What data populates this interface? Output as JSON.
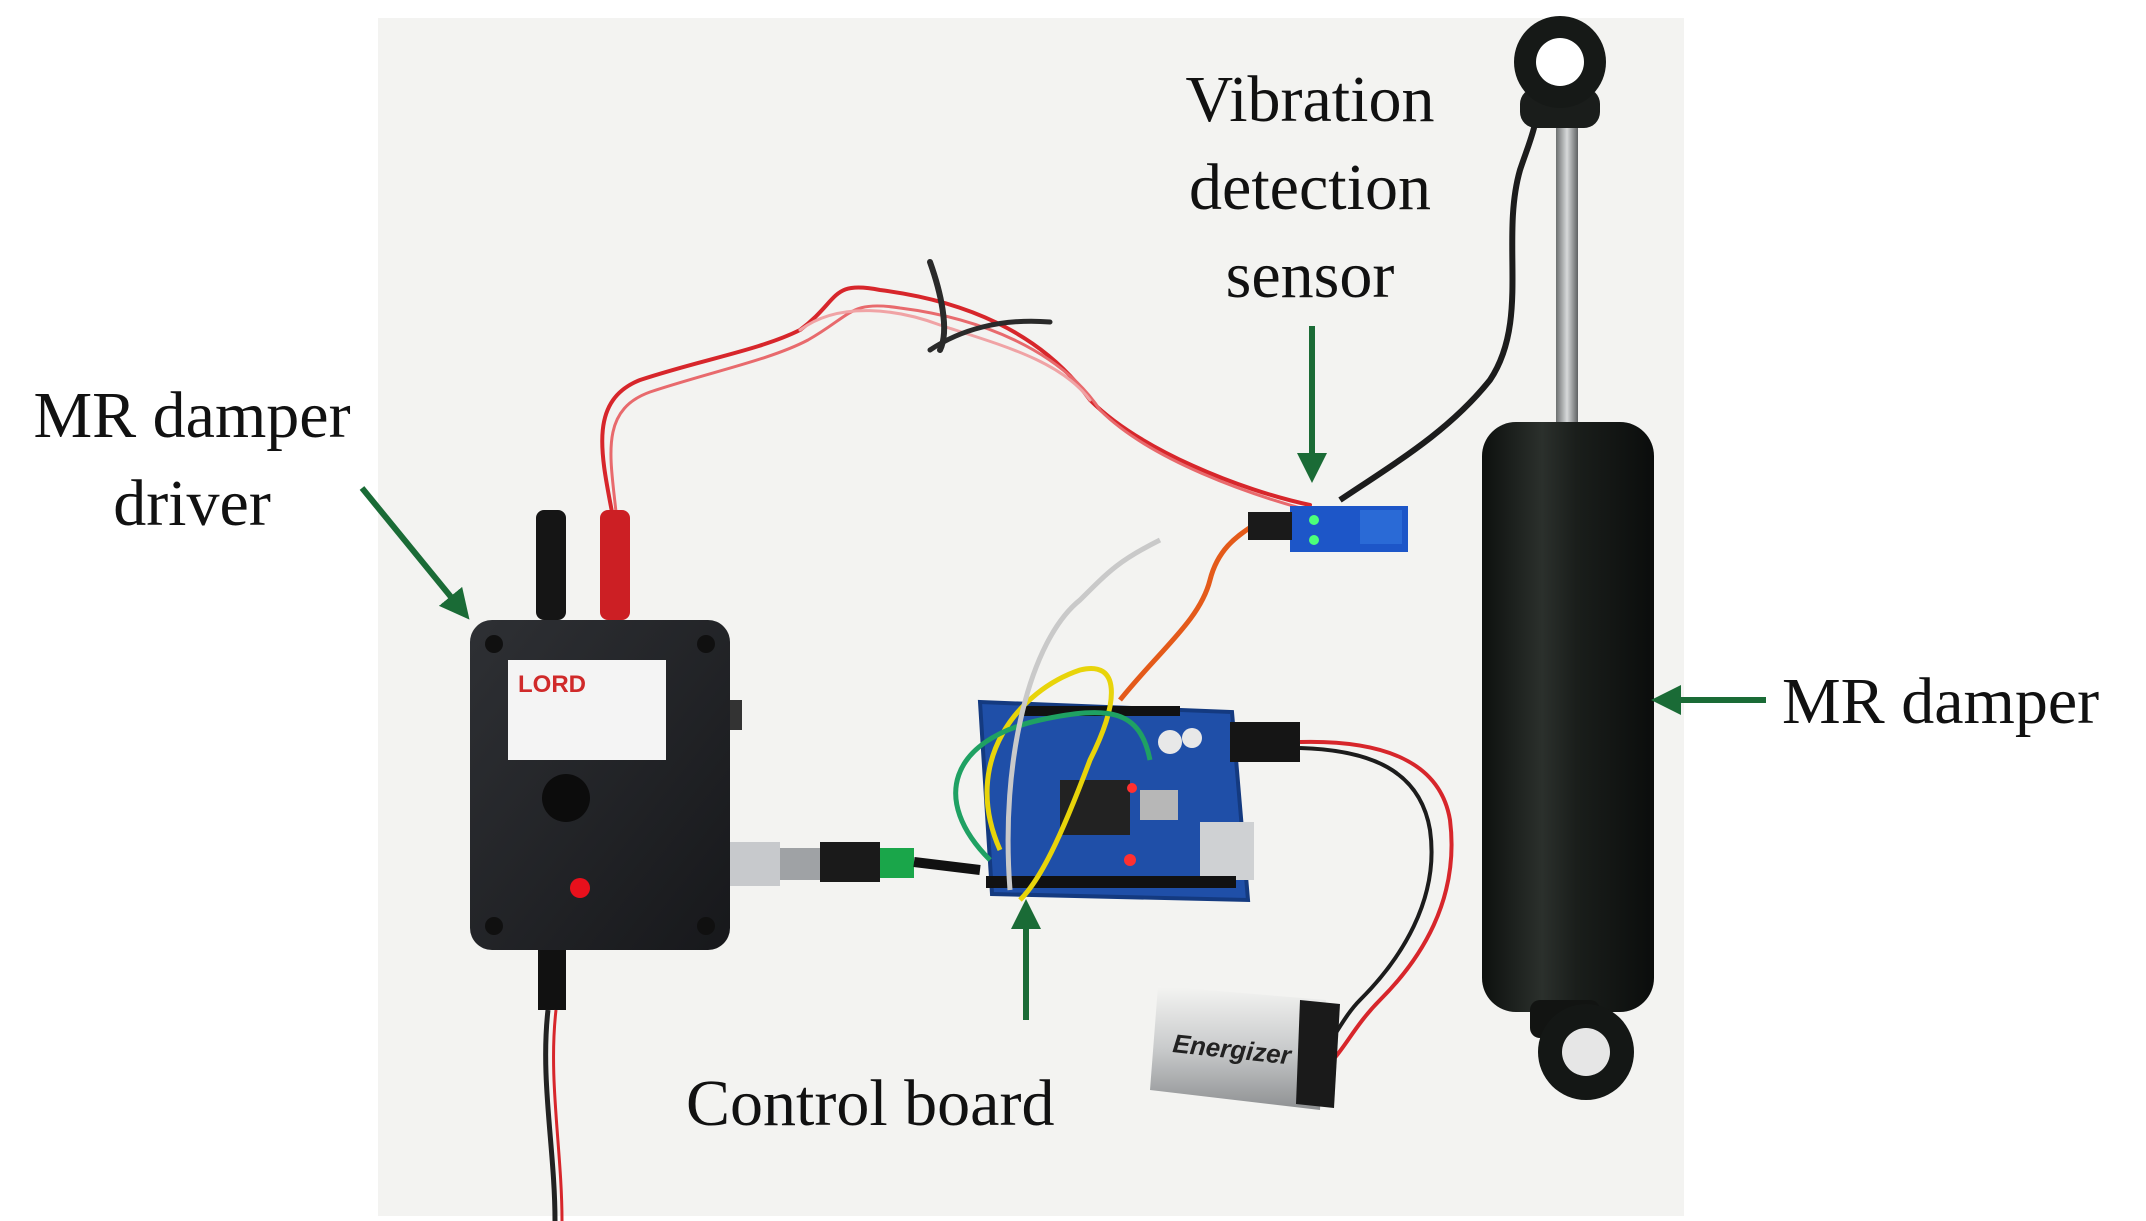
{
  "labels": {
    "driver": {
      "line1": "MR damper",
      "line2": "driver"
    },
    "sensor": {
      "line1": "Vibration",
      "line2": "detection",
      "line3": "sensor"
    },
    "damper": "MR damper",
    "board": "Control board"
  },
  "device_marks": {
    "driver_brand": "LORD",
    "battery_brand": "Energizer"
  },
  "colors": {
    "arrow": "#1a6b36",
    "background": "#ffffff",
    "photo_backdrop": "#f3f3f1",
    "driver_body": "#222326",
    "board_pcb": "#1f4fa8",
    "sensor_pcb": "#1d56c8",
    "damper_body": "#1b1f1c",
    "wire_red": "#d7262b",
    "wire_yellow": "#e8d40a",
    "wire_green": "#1fa163"
  }
}
